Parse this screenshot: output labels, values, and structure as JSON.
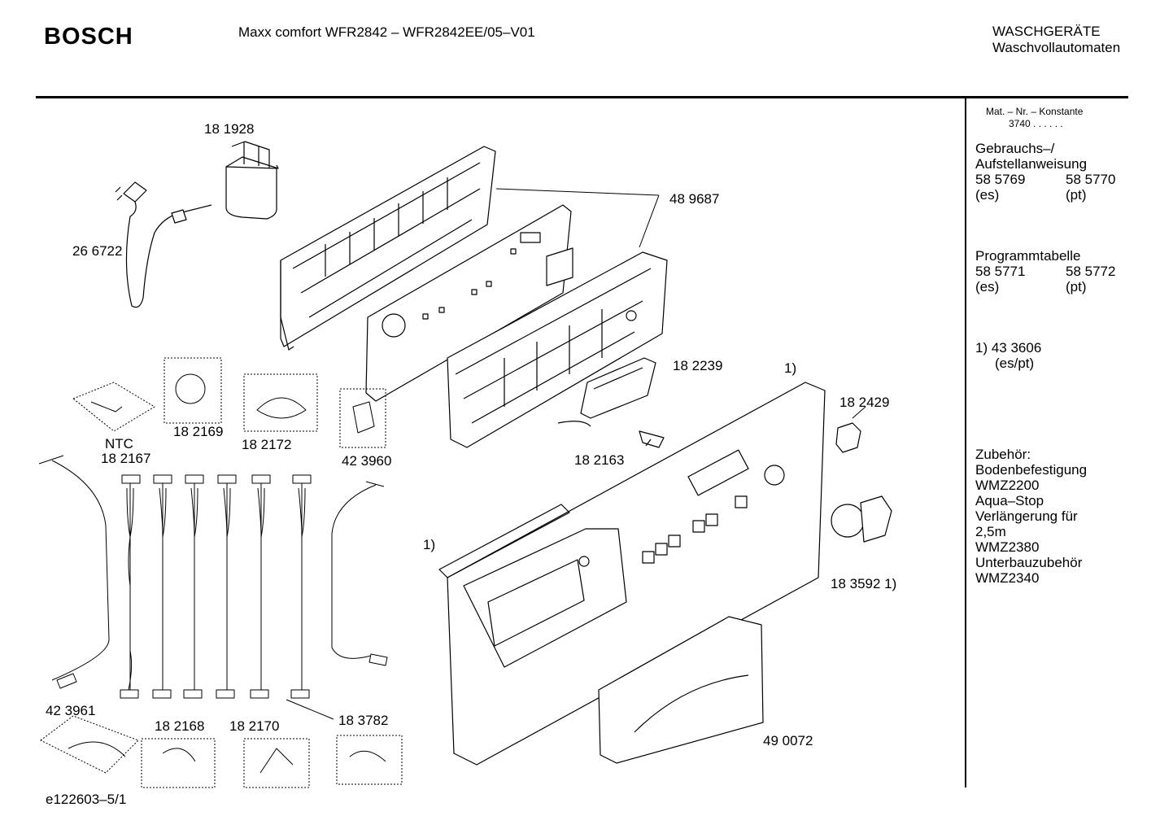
{
  "header": {
    "brand": "BOSCH",
    "model": "Maxx comfort WFR2842 – WFR2842EE/05–V01",
    "category_line1": "WASCHGERÄTE",
    "category_line2": "Waschvollautomaten"
  },
  "diagram": {
    "labels": {
      "p181928": "18 1928",
      "p266722": "26 6722",
      "p489687": "48 9687",
      "p182239": "18 2239",
      "note1_top": "1)",
      "p182429": "18 2429",
      "p182163": "18 2163",
      "p182169": "18 2169",
      "p182172": "18 2172",
      "ntc": "NTC",
      "p182167": "18 2167",
      "p423960": "42 3960",
      "note1_left": "1)",
      "p183592": "18 3592 1)",
      "p423961": "42 3961",
      "p182168": "18 2168",
      "p182170": "18 2170",
      "p183782": "18 3782",
      "p490072": "49 0072"
    },
    "footer_code": "e122603–5/1"
  },
  "sidebar": {
    "mat_label": "Mat. – Nr. – Konstante",
    "mat_value": "3740  .  .  .  .  .  .",
    "manual_title_1": "Gebrauchs–/",
    "manual_title_2": "Aufstellanweisung",
    "manual_es_no": "58 5769",
    "manual_pt_no": "58 5770",
    "manual_es": "(es)",
    "manual_pt": "(pt)",
    "prog_title": "Programmtabelle",
    "prog_es_no": "58 5771",
    "prog_pt_no": "58 5772",
    "prog_es": "(es)",
    "prog_pt": "(pt)",
    "note_1": "1)  43 3606",
    "note_1b": "(es/pt)",
    "acc_title": "Zubehör:",
    "acc_1": "Bodenbefestigung",
    "acc_1_code": "WMZ2200",
    "acc_2": "Aqua–Stop",
    "acc_3": "Verlängerung für",
    "acc_3b": "2,5m",
    "acc_3_code": "WMZ2380",
    "acc_4": "Unterbauzubehör",
    "acc_4_code": "WMZ2340"
  }
}
